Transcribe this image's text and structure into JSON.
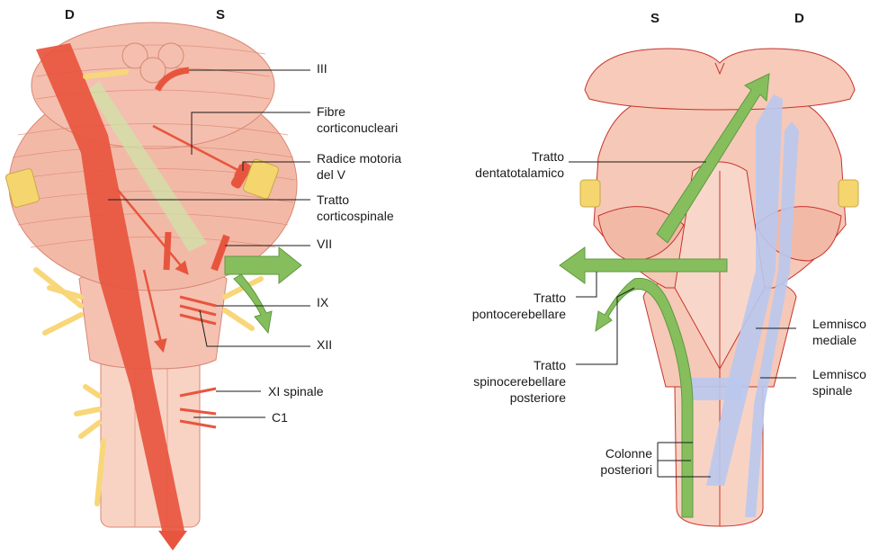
{
  "left_figure": {
    "side_left": "D",
    "side_right": "S",
    "labels": {
      "iii": "III",
      "fibre_1": "Fibre",
      "fibre_2": "corticonucleari",
      "radice_1": "Radice motoria",
      "radice_2": "del V",
      "tratto_1": "Tratto",
      "tratto_2": "corticospinale",
      "vii": "VII",
      "ix": "IX",
      "xii": "XII",
      "xi": "XI spinale",
      "c1": "C1"
    }
  },
  "right_figure": {
    "side_left": "S",
    "side_right": "D",
    "labels": {
      "dentato_1": "Tratto",
      "dentato_2": "dentatotalamico",
      "ponto_1": "Tratto",
      "ponto_2": "pontocerebellare",
      "spino_1": "Tratto",
      "spino_2": "spinocerebellare",
      "spino_3": "posteriore",
      "colonne_1": "Colonne",
      "colonne_2": "posteriori",
      "lem_med_1": "Lemnisco",
      "lem_med_2": "mediale",
      "lem_spi_1": "Lemnisco",
      "lem_spi_2": "spinale"
    }
  },
  "colors": {
    "tissue": "#f6c4b4",
    "tissue_dark": "#eea18f",
    "tract_red": "#e8553e",
    "tract_green": "#86be5e",
    "tract_blue": "#b9c8ee",
    "nerve_yellow": "#f8d77a",
    "line_red": "#c8332a"
  }
}
